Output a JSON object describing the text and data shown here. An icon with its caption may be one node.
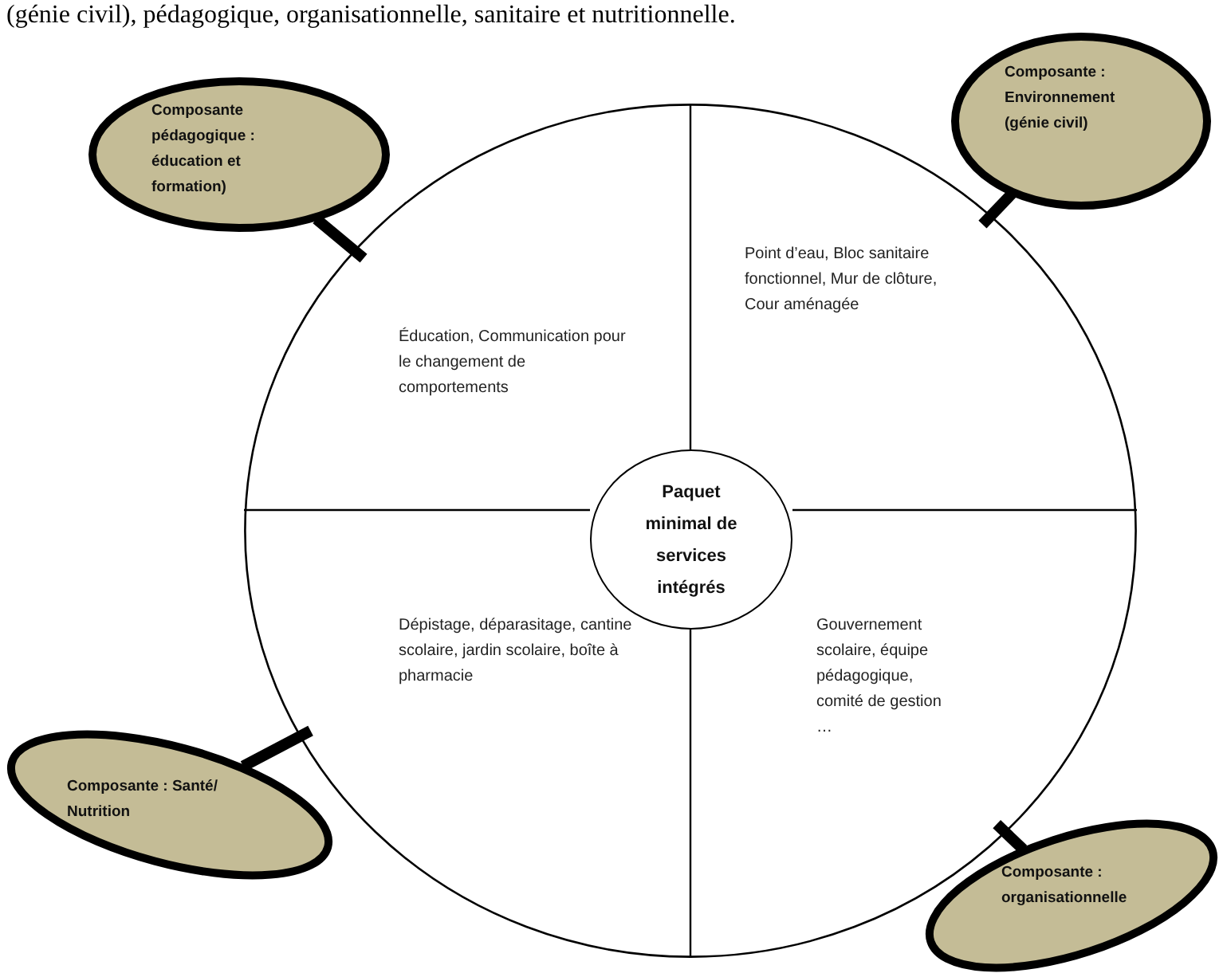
{
  "diagram": {
    "nodes": [
      {
        "text": [],
        "shape": "circle"
      },
      {
        "text": [
          "Composante pédagogique : éducation et formation)"
        ]
      },
      {
        "text": [
          "Composante : Environnement (génie civil)"
        ]
      },
      {
        "text": [
          "Éducation, Communication pour le changement de comportements"
        ],
        "in": 0
      },
      {
        "text": [
          "Point d’eau, Bloc sanitaire fonctionnel, Mur de clôture, Cour aménagée"
        ],
        "in": 0
      },
      {
        "text": [
          "Paquet minimal de services intégrés"
        ],
        "in": 0
      },
      {
        "text": [
          "Dépistage, déparasitage, cantine scolaire, jardin scolaire, boîte à pharmacie"
        ],
        "in": 0
      },
      {
        "text": [
          "Gouvernement scolaire, équipe pédagogique, comité de gestion …"
        ],
        "in": 0
      },
      {
        "text": [
          "Composante : Santé/ Nutrition"
        ]
      },
      {
        "text": [
          "Composante : organisationnelle"
        ]
      }
    ],
    "edges": [
      {
        "from": 1,
        "to": 0,
        "arrow": "none"
      },
      {
        "from": 2,
        "to": 0,
        "arrow": "none"
      },
      {
        "from": 8,
        "to": 0,
        "arrow": "none"
      },
      {
        "from": 9,
        "to": 0,
        "arrow": "none"
      }
    ],
    "labels": [
      "(génie civil),  pédagogique, organisationnelle, sanitaire et nutritionnelle."
    ]
  }
}
